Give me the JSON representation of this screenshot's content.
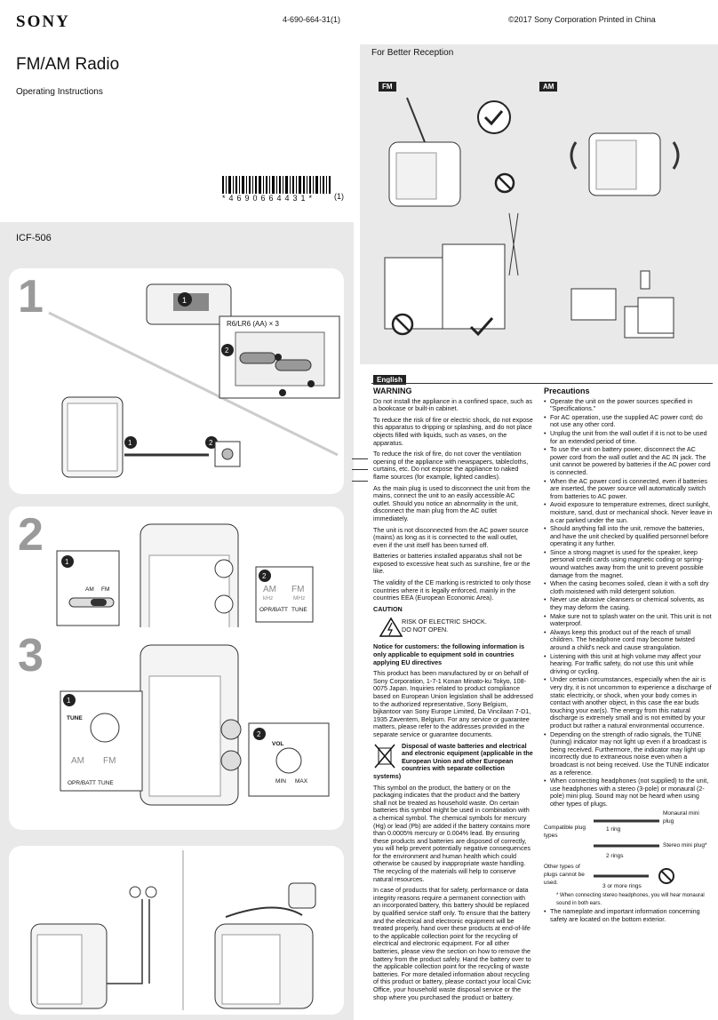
{
  "header": {
    "brand": "SONY",
    "doc_number": "4-690-664-31(1)",
    "copyright": "©2017  Sony Corporation      Printed in China"
  },
  "title": "FM/AM Radio",
  "subtitle": "Operating Instructions",
  "barcode_text": "*4690664431*",
  "barcode_suffix": "(1)",
  "model": "ICF-506",
  "steps": {
    "s1": "1",
    "s2": "2",
    "s3": "3",
    "battery_label": "R6/LR6 (AA) × 3",
    "am": "AM",
    "fm": "FM",
    "am_unit": "kHz",
    "fm_unit": "MHz",
    "opr_batt": "OPR/BATT",
    "tune": "TUNE",
    "vol": "VOL",
    "min": "MIN",
    "max": "MAX"
  },
  "reception": {
    "title": "For Better Reception",
    "fm_tag": "FM",
    "am_tag": "AM"
  },
  "english_tag": "English",
  "warning": {
    "heading": "WARNING",
    "p1": "Do not install the appliance in a confined space, such as a bookcase or built-in cabinet.",
    "p2": "To reduce the risk of fire or electric shock, do not expose this apparatus to dripping or splashing, and do not place objects filled with liquids, such as vases, on the apparatus.",
    "p3": "To reduce the risk of fire, do not cover the ventilation opening of the appliance with newspapers, tablecloths, curtains, etc. Do not expose the appliance to naked flame sources (for example, lighted candles).",
    "p4": "As the main plug is used to disconnect the unit from the mains, connect the unit to an easily accessible AC outlet. Should you notice an abnormality in the unit, disconnect the main plug from the AC outlet immediately.",
    "p5": "The unit is not disconnected from the AC power source (mains) as long as it is connected to the wall outlet, even if the unit itself has been turned off.",
    "p6": "Batteries or batteries installed apparatus shall not be exposed to excessive heat such as sunshine, fire or the like.",
    "p7": "The validity of the CE marking is restricted to only those countries where it is legally enforced, mainly in the countries EEA (European Economic Area).",
    "caution_head": "CAUTION",
    "caution_text": "RISK OF ELECTRIC SHOCK. DO NOT OPEN.",
    "eu_head": "Notice for customers: the following information is only applicable to equipment sold in countries applying EU directives",
    "eu_text": "This product has been manufactured by or on behalf of Sony Corporation, 1-7-1 Konan Minato-ku Tokyo, 108-0075 Japan. Inquiries related to product compliance based on European Union legislation shall be addressed to the authorized representative, Sony Belgium, bijkantoor van Sony Europe Limited, Da Vincilaan 7-D1, 1935 Zaventem, Belgium. For any service or guarantee matters, please refer to the addresses provided in the separate service or guarantee documents.",
    "waste_head": "Disposal of waste batteries and electrical and electronic equipment (applicable in the European Union and other European countries with separate collection systems)",
    "waste_text": "This symbol on the product, the battery or on the packaging indicates that the product and the battery shall not be treated as household waste. On certain batteries this symbol might be used in combination with a chemical symbol. The chemical symbols for mercury (Hg) or lead (Pb) are added if the battery contains more than 0.0005% mercury or 0.004% lead. By ensuring these products and batteries are disposed of correctly, you will help prevent potentially negative consequences for the environment and human health which could otherwise be caused by inappropriate waste handling. The recycling of the materials will help to conserve natural resources.",
    "waste_text2": "In case of products that for safety, performance or data integrity reasons require a permanent connection with an incorporated battery, this battery should be replaced by qualified service staff only. To ensure that the battery and the electrical and electronic equipment will be treated properly, hand over these products at end-of-life to the applicable collection point for the recycling of electrical and electronic equipment. For all other batteries, please view the section on how to remove the battery from the product safely. Hand the battery over to the applicable collection point for the recycling of waste batteries. For more detailed information about recycling of this product or battery, please contact your local Civic Office, your household waste disposal service or the shop where you purchased the product or battery."
  },
  "precautions": {
    "heading": "Precautions",
    "items": [
      "Operate the unit on the power sources specified in \"Specifications.\"",
      "For AC operation, use the supplied AC power cord; do not use any other cord.",
      "Unplug the unit from the wall outlet if it is not to be used for an extended period of time.",
      "To use the unit on battery power, disconnect the AC power cord from the wall outlet and the AC IN jack. The unit cannot be powered by batteries if the AC power cord is connected.",
      "When the AC power cord is connected, even if batteries are inserted, the power source will automatically switch from batteries to AC power.",
      "Avoid exposure to temperature extremes, direct sunlight, moisture, sand, dust or mechanical shock. Never leave in a car parked under the sun.",
      "Should anything fall into the unit, remove the batteries, and have the unit checked by qualified personnel before operating it any further.",
      "Since a strong magnet is used for the speaker, keep personal credit cards using magnetic coding or spring-wound watches away from the unit to prevent possible damage from the magnet.",
      "When the casing becomes soiled, clean it with a soft dry cloth moistened with mild detergent solution.",
      "Never use abrasive cleansers or chemical solvents, as they may deform the casing.",
      "Make sure not to splash water on the unit. This unit is not waterproof.",
      "Always keep this product out of the reach of small children. The headphone cord may become twisted around a child's neck and cause strangulation.",
      "Listening with this unit at high volume may affect your hearing. For traffic safety, do not use this unit while driving or cycling.",
      "Under certain circumstances, especially when the air is very dry, it is not uncommon to experience a discharge of static electricity, or shock, when your body comes in contact with another object, in this case the ear buds touching your ear(s). The energy from this natural discharge is extremely small and is not emitted by your product but rather a natural environmental occurrence.",
      "Depending on the strength of radio signals, the TUNE (tuning) indicator may not light up even if a broadcast is being received. Furthermore, the indicator may light up incorrectly due to extraneous noise even when a broadcast is not being received. Use the TUNE indicator as a reference.",
      "When connecting headphones (not supplied) to the unit, use headphones with a stereo (3-pole) or monaural (2-pole) mini plug. Sound may not be heard when using other types of plugs."
    ],
    "plug": {
      "monaural": "Monaural mini plug",
      "stereo": "Stereo mini plug*",
      "compatible": "Compatible plug types",
      "ring1": "1 ring",
      "ring2": "2 rings",
      "other": "Other types of plugs cannot be used.",
      "ring3": "3 or more rings",
      "note": "*   When connecting stereo headphones, you will hear monaural sound in both ears."
    },
    "last": "The nameplate and important information concerning safety are located on the bottom exterior."
  }
}
